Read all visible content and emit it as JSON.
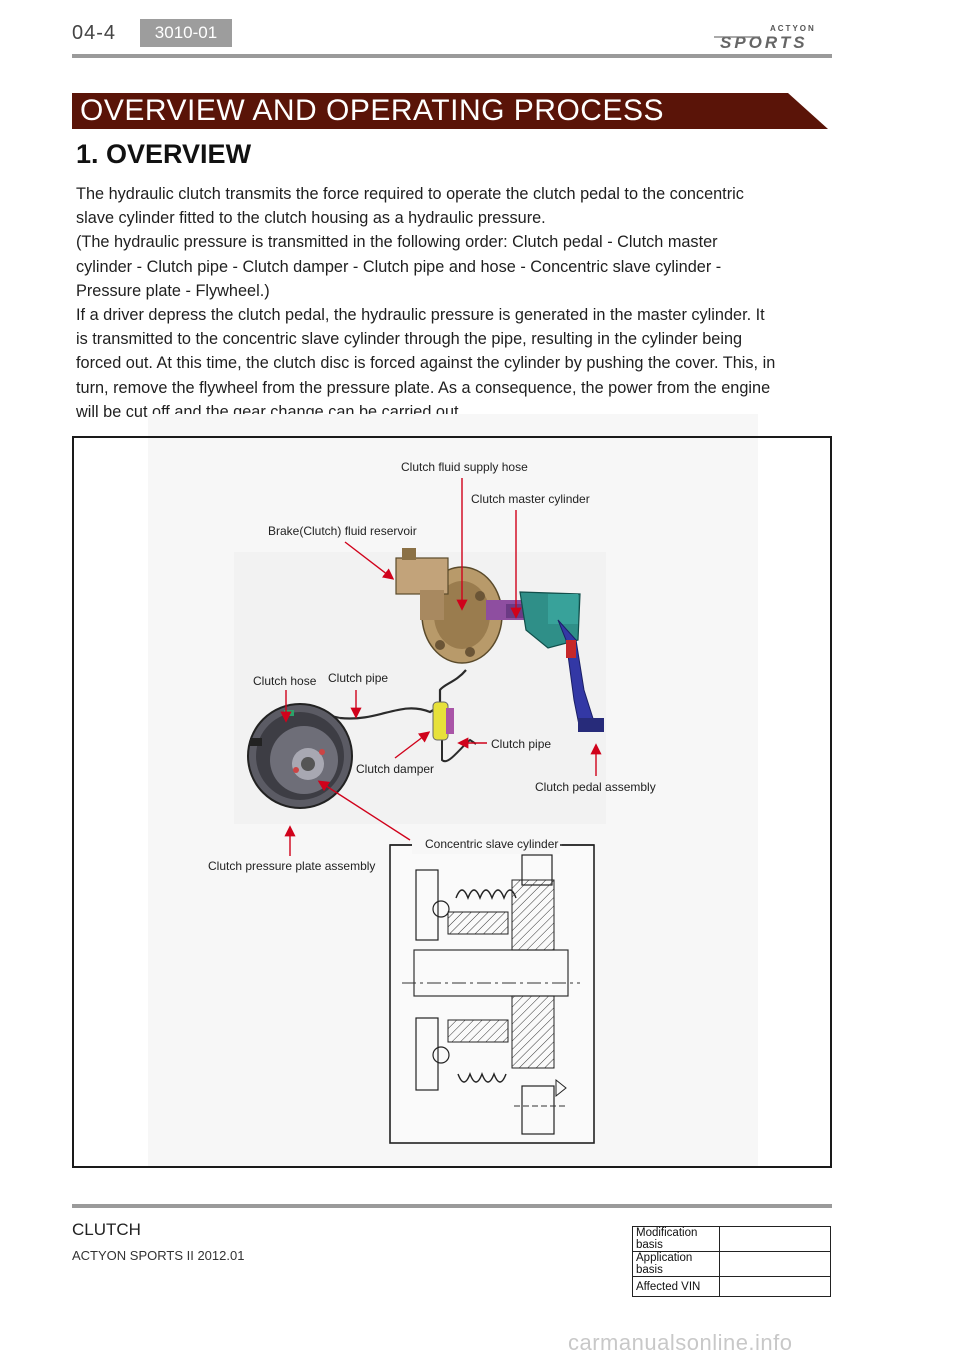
{
  "header": {
    "page_number": "04-4",
    "section_code": "3010-01",
    "logo": {
      "small_text": "ACTYON",
      "large_text": "SPORTS"
    }
  },
  "banner": {
    "title": "OVERVIEW AND OPERATING PROCESS",
    "color": "#5a1408"
  },
  "overview": {
    "heading": "1. OVERVIEW",
    "paragraphs": [
      "The hydraulic clutch transmits the force required to operate the clutch pedal to the concentric slave cylinder fitted to the clutch housing as a hydraulic pressure.",
      "(The hydraulic pressure is transmitted in the following order: Clutch pedal - Clutch master cylinder - Clutch pipe - Clutch damper - Clutch pipe and hose - Concentric slave cylinder - Pressure plate - Flywheel.)",
      "If a driver depress the clutch pedal, the hydraulic pressure is generated in the master cylinder. It is transmitted to the concentric slave cylinder through the pipe, resulting in the cylinder being forced out. At this time, the clutch disc is forced against the cylinder by pushing the cover. This, in turn, remove the flywheel from the pressure plate. As a consequence, the power from the engine will be cut off and the gear change can be carried out."
    ]
  },
  "figure": {
    "arrow_color": "#d0021b",
    "labels": {
      "fluid_supply_hose": "Clutch fluid supply hose",
      "master_cylinder": "Clutch master cylinder",
      "fluid_reservoir": "Brake(Clutch) fluid reservoir",
      "clutch_hose": "Clutch hose",
      "clutch_pipe_upper": "Clutch pipe",
      "clutch_pipe_lower": "Clutch pipe",
      "clutch_damper": "Clutch damper",
      "pedal_assembly": "Clutch pedal assembly",
      "pressure_plate": "Clutch pressure plate assembly",
      "slave_cylinder": "Concentric slave cylinder"
    }
  },
  "footer": {
    "title": "CLUTCH",
    "subtitle": "ACTYON SPORTS II 2012.01",
    "table": [
      {
        "label": "Modification basis",
        "value": ""
      },
      {
        "label": "Application basis",
        "value": ""
      },
      {
        "label": "Affected VIN",
        "value": ""
      }
    ]
  },
  "watermark": "carmanualsonline.info"
}
